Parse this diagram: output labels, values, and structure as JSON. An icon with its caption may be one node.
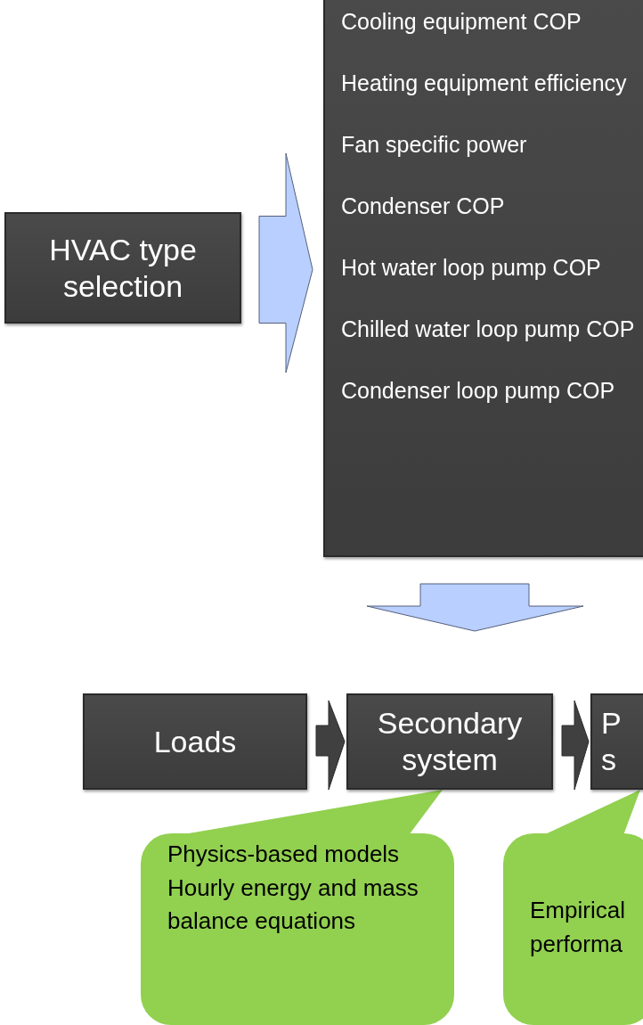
{
  "diagram": {
    "nodes": [
      {
        "text": [
          "HVAC type selection"
        ]
      },
      {
        "text": [
          "Cooling equipment COP",
          "Heating equipment efficiency",
          "Fan specific power",
          "Condenser COP",
          "Hot water loop pump COP",
          "Chilled water loop pump COP",
          "Condenser loop pump COP"
        ]
      },
      {
        "text": [
          "Loads"
        ]
      },
      {
        "text": [
          "Secondary system"
        ]
      },
      {
        "text": [
          "P",
          "s"
        ]
      },
      {
        "text": [
          "Physics-based models",
          "Hourly energy and mass balance equations"
        ]
      },
      {
        "text": [
          "Empirical performa"
        ]
      }
    ],
    "edges": [
      {
        "from": 0,
        "to": 1,
        "arrow": "to"
      },
      {
        "from": 1,
        "to": 3,
        "arrow": "to"
      },
      {
        "from": 2,
        "to": 3,
        "arrow": "to"
      },
      {
        "from": 3,
        "to": 4,
        "arrow": "to"
      },
      {
        "from": 5,
        "to": 3,
        "arrow": "none"
      },
      {
        "from": 6,
        "to": 4,
        "arrow": "none"
      }
    ]
  }
}
